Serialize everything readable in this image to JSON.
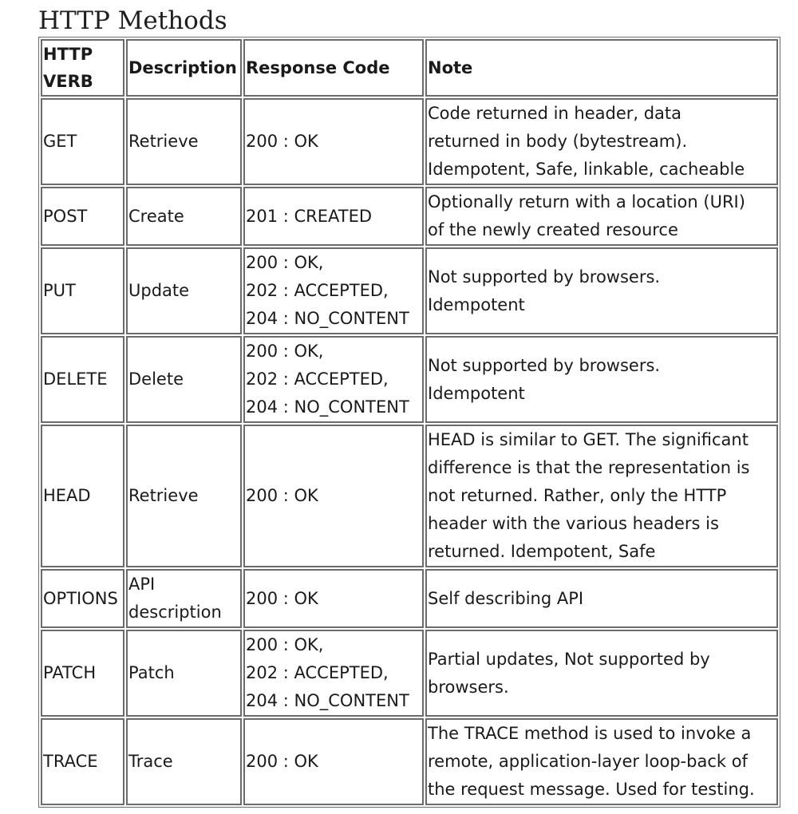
{
  "page": {
    "title": "HTTP Methods"
  },
  "table": {
    "headers": {
      "verb": "HTTP VERB",
      "description": "Description",
      "response_code": "Response Code",
      "note": "Note"
    },
    "rows": [
      {
        "verb": "GET",
        "description": "Retrieve",
        "response_code": [
          "200 : OK"
        ],
        "note": [
          "Code returned in header, data",
          "returned in body (bytestream).",
          "Idempotent, Safe, linkable, cacheable"
        ]
      },
      {
        "verb": "POST",
        "description": "Create",
        "response_code": [
          "201 : CREATED"
        ],
        "note": [
          "Optionally return with a location (URI)",
          "of the newly created resource"
        ]
      },
      {
        "verb": "PUT",
        "description": "Update",
        "response_code": [
          "200 : OK,",
          "202 : ACCEPTED,",
          "204 : NO_CONTENT"
        ],
        "note": [
          "Not supported by browsers.",
          "Idempotent"
        ]
      },
      {
        "verb": "DELETE",
        "description": "Delete",
        "response_code": [
          "200 : OK,",
          "202 : ACCEPTED,",
          "204 : NO_CONTENT"
        ],
        "note": [
          "Not supported by browsers.",
          "Idempotent"
        ]
      },
      {
        "verb": "HEAD",
        "description": "Retrieve",
        "response_code": [
          "200 : OK"
        ],
        "note": [
          "HEAD is similar to GET. The significant",
          "difference is that the representation is",
          "not returned. Rather, only the HTTP",
          "header with the various headers is",
          "returned. Idempotent, Safe"
        ]
      },
      {
        "verb": "OPTIONS",
        "description": "API description",
        "response_code": [
          "200 : OK"
        ],
        "note": [
          "Self describing API"
        ]
      },
      {
        "verb": "PATCH",
        "description": "Patch",
        "response_code": [
          "200 : OK,",
          "202 : ACCEPTED,",
          "204 : NO_CONTENT"
        ],
        "note": [
          "Partial updates, Not supported by",
          "browsers."
        ]
      },
      {
        "verb": "TRACE",
        "description": "Trace",
        "response_code": [
          "200 : OK"
        ],
        "note": [
          "The TRACE method is used to invoke a",
          "remote, application-layer loop-back of",
          "the request message. Used for testing."
        ]
      }
    ]
  }
}
